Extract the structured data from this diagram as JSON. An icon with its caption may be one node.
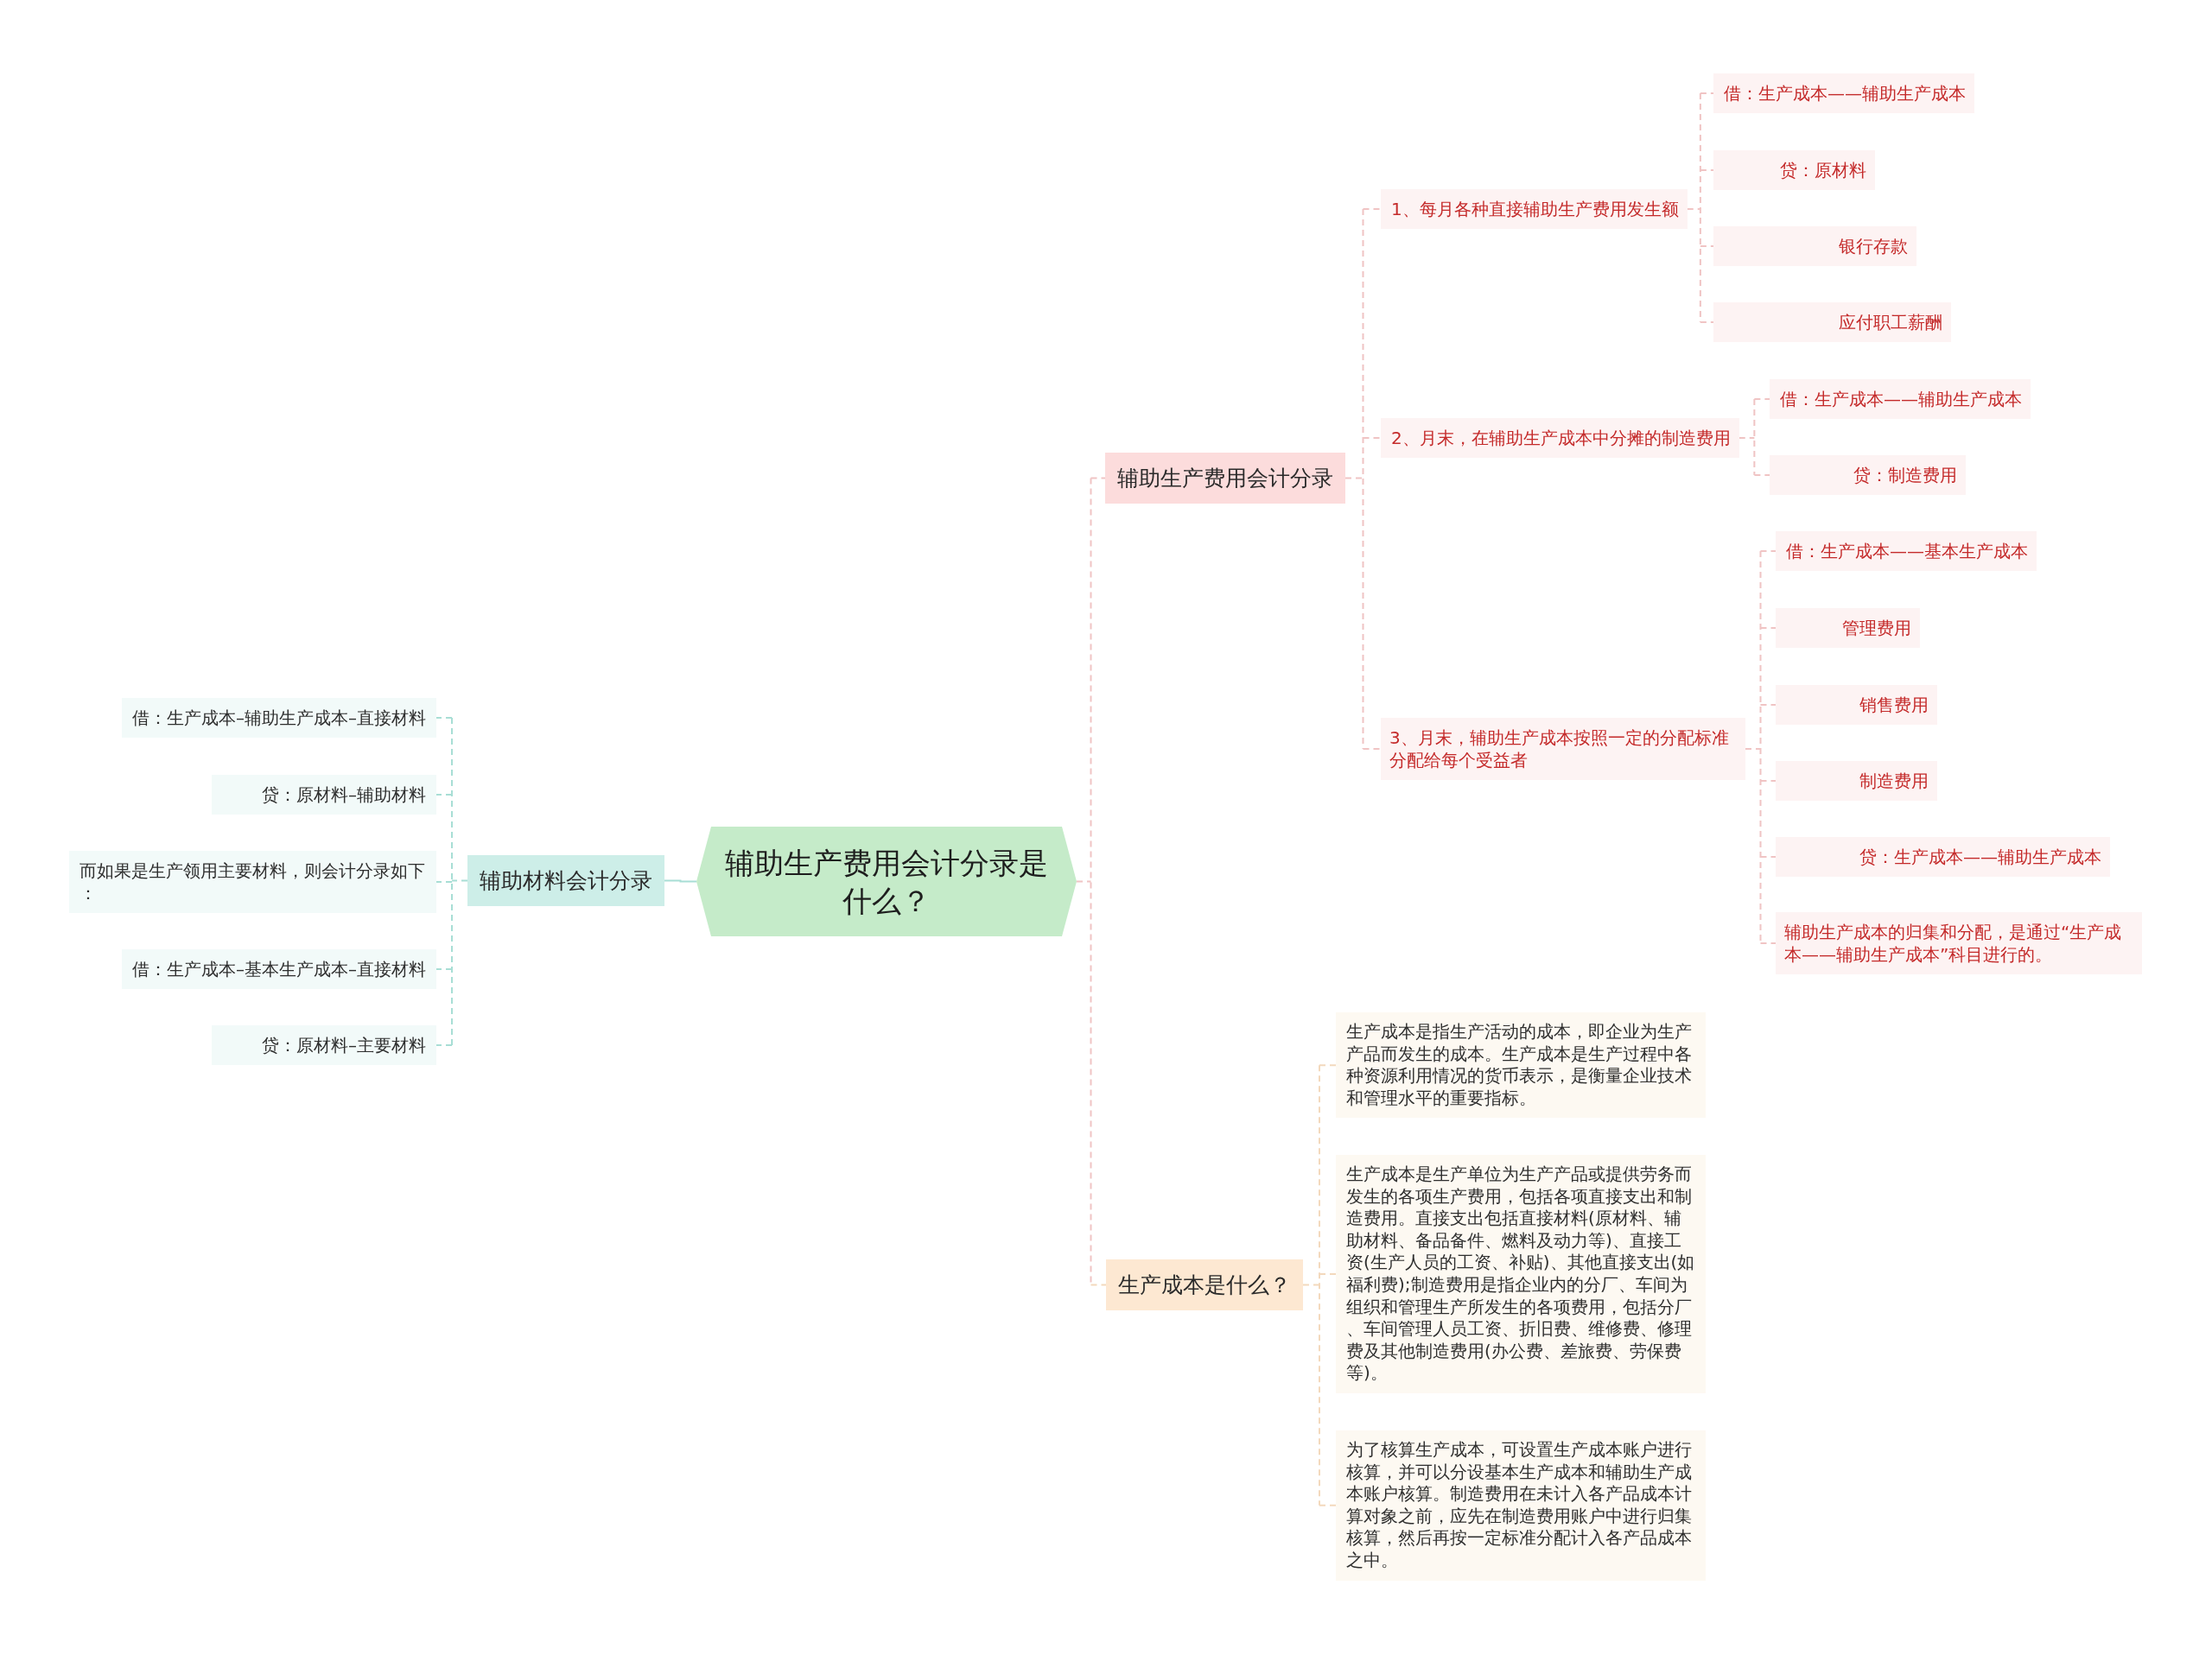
{
  "diagram": {
    "nodes": [
      {
        "text": [
          "辅助生产费用会计分录是什么？"
        ]
      },
      {
        "text": [
          "辅助生产费用会计分录"
        ]
      },
      {
        "text": [
          "1、每月各种直接辅助生产费用发生额"
        ]
      },
      {
        "text": [
          "借：生产成本——辅助生产成本"
        ]
      },
      {
        "text": [
          "贷：原材料"
        ]
      },
      {
        "text": [
          "银行存款"
        ]
      },
      {
        "text": [
          "应付职工薪酬"
        ]
      },
      {
        "text": [
          "2、月末，在辅助生产成本中分摊的制造费用"
        ]
      },
      {
        "text": [
          "借：生产成本——辅助生产成本"
        ]
      },
      {
        "text": [
          "贷：制造费用"
        ]
      },
      {
        "text": [
          "3、月末，辅助生产成本按照一定的分配标准分配给每个受益者"
        ]
      },
      {
        "text": [
          "借：生产成本——基本生产成本"
        ]
      },
      {
        "text": [
          "管理费用"
        ]
      },
      {
        "text": [
          "销售费用"
        ]
      },
      {
        "text": [
          "制造费用"
        ]
      },
      {
        "text": [
          "贷：生产成本——辅助生产成本"
        ]
      },
      {
        "text": [
          "辅助生产成本的归集和分配，是通过“生产成本——辅助生产成本”科目进行的。"
        ]
      },
      {
        "text": [
          "生产成本是什么？"
        ]
      },
      {
        "text": [
          "生产成本是指生产活动的成本，即企业为生产产品而发生的成本。生产成本是生产过程中各种资源利用情况的货币表示，是衡量企业技术和管理水平的重要指标。"
        ]
      },
      {
        "text": [
          "生产成本是生产单位为生产产品或提供劳务而发生的各项生产费用，包括各项直接支出和制造费用。直接支出包括直接材料(原材料、辅助材料、备品备件、燃料及动力等)、直接工资(生产人员的工资、补贴)、其他直接支出(如福利费);制造费用是指企业内的分厂、车间为组织和管理生产所发生的各项费用，包括分厂、车间管理人员工资、折旧费、维修费、修理费及其他制造费用(办公费、差旅费、劳保费等)。"
        ]
      },
      {
        "text": [
          "为了核算生产成本，可设置生产成本账户进行核算，并可以分设基本生产成本和辅助生产成本账户核算。制造费用在未计入各产品成本计算对象之前，应先在制造费用账户中进行归集核算，然后再按一定标准分配计入各产品成本之中。"
        ]
      },
      {
        "text": [
          "辅助材料会计分录"
        ]
      },
      {
        "text": [
          "借：生产成本–辅助生产成本–直接材料"
        ]
      },
      {
        "text": [
          "贷：原材料–辅助材料"
        ]
      },
      {
        "text": [
          "而如果是生产领用主要材料，则会计分录如下："
        ]
      },
      {
        "text": [
          "借：生产成本–基本生产成本–直接材料"
        ]
      },
      {
        "text": [
          "贷：原材料–主要材料"
        ]
      }
    ],
    "edges": [
      {
        "from": 0,
        "to": 1,
        "arrow": "none",
        "style": "dashed"
      },
      {
        "from": 1,
        "to": 2,
        "arrow": "none",
        "style": "dashed"
      },
      {
        "from": 1,
        "to": 7,
        "arrow": "none",
        "style": "dashed"
      },
      {
        "from": 1,
        "to": 10,
        "arrow": "none",
        "style": "dashed"
      },
      {
        "from": 2,
        "to": 3,
        "arrow": "none",
        "style": "dashed"
      },
      {
        "from": 2,
        "to": 4,
        "arrow": "none",
        "style": "dashed"
      },
      {
        "from": 2,
        "to": 5,
        "arrow": "none",
        "style": "dashed"
      },
      {
        "from": 2,
        "to": 6,
        "arrow": "none",
        "style": "dashed"
      },
      {
        "from": 7,
        "to": 8,
        "arrow": "none",
        "style": "dashed"
      },
      {
        "from": 7,
        "to": 9,
        "arrow": "none",
        "style": "dashed"
      },
      {
        "from": 10,
        "to": 11,
        "arrow": "none",
        "style": "dashed"
      },
      {
        "from": 10,
        "to": 12,
        "arrow": "none",
        "style": "dashed"
      },
      {
        "from": 10,
        "to": 13,
        "arrow": "none",
        "style": "dashed"
      },
      {
        "from": 10,
        "to": 14,
        "arrow": "none",
        "style": "dashed"
      },
      {
        "from": 10,
        "to": 15,
        "arrow": "none",
        "style": "dashed"
      },
      {
        "from": 10,
        "to": 16,
        "arrow": "none",
        "style": "dashed"
      },
      {
        "from": 0,
        "to": 17,
        "arrow": "none",
        "style": "dashed",
        "color": "#f3d9bd"
      },
      {
        "from": 17,
        "to": 18,
        "arrow": "none",
        "style": "dashed",
        "color": "#f3d9bd"
      },
      {
        "from": 17,
        "to": 19,
        "arrow": "none",
        "style": "dashed",
        "color": "#f3d9bd"
      },
      {
        "from": 17,
        "to": 20,
        "arrow": "none",
        "style": "dashed",
        "color": "#f3d9bd"
      },
      {
        "from": 0,
        "to": 21,
        "arrow": "none",
        "color": "#a8ded5"
      },
      {
        "from": 21,
        "to": 22,
        "arrow": "none",
        "style": "dashed",
        "color": "#a8ded5"
      },
      {
        "from": 21,
        "to": 23,
        "arrow": "none",
        "style": "dashed",
        "color": "#a8ded5"
      },
      {
        "from": 21,
        "to": 24,
        "arrow": "none",
        "style": "dashed",
        "color": "#a8ded5"
      },
      {
        "from": 21,
        "to": 25,
        "arrow": "none",
        "style": "dashed",
        "color": "#a8ded5"
      },
      {
        "from": 21,
        "to": 26,
        "arrow": "none",
        "style": "dashed",
        "color": "#a8ded5"
      }
    ]
  }
}
